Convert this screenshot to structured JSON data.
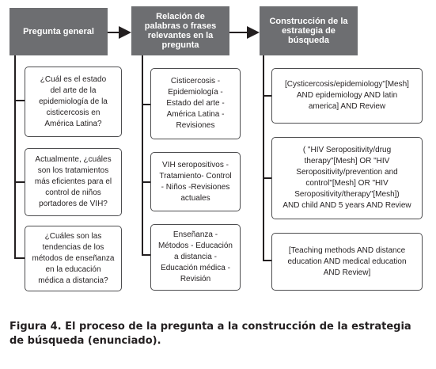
{
  "columns": [
    {
      "header": "Pregunta general",
      "items": [
        "¿Cuál es el estado\ndel arte de la\nepidemiología de la\ncisticercosis en\nAmérica Latina?",
        "Actualmente, ¿cuáles\nson los tratamientos\nmás eficientes para el\ncontrol de niños\nportadores de VIH?",
        "¿Cuáles son las\ntendencias de los\nmétodos de enseñanza\nen la educación\nmédica a distancia?"
      ]
    },
    {
      "header": "Relación de\npalabras o frases\nrelevantes en la\npregunta",
      "items": [
        "Cisticercosis -\nEpidemiología -\nEstado del arte -\nAmérica Latina -\nRevisiones",
        "VIH seropositivos -\nTratamiento- Control\n- Niños -Revisiones\nactuales",
        "Enseñanza -\nMétodos - Educación\na distancia -\nEducación médica -\nRevisión"
      ]
    },
    {
      "header": "Construcción de la\nestrategia de\nbúsqueda",
      "items": [
        "[Cysticercosis/epidemiology\"[Mesh]\nAND epidemiology AND latin\namerica] AND Review",
        "( \"HIV Seropositivity/drug\ntherapy\"[Mesh] OR \"HIV\nSeropositivity/prevention and\ncontrol\"[Mesh] OR \"HIV\nSeropositivity/therapy\"[Mesh])\nAND child AND 5 years AND Review",
        "[Teaching methods AND distance\neducation AND medical education\nAND Review]"
      ]
    }
  ],
  "caption": "Figura 4. El proceso de la pregunta a la construcción de la estrategia de búsqueda (enunciado).",
  "colors": {
    "header_bg": "#6d6e71",
    "header_text": "#ffffff",
    "line": "#231f20"
  }
}
